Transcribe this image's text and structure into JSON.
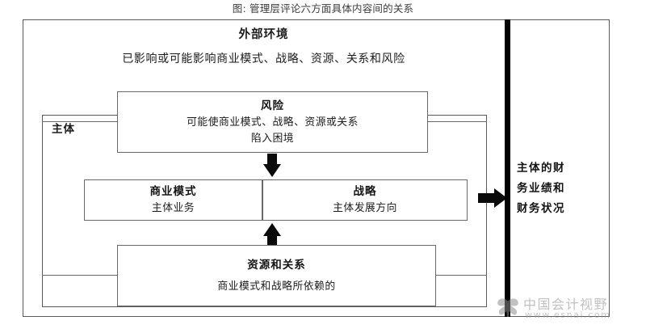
{
  "figure": {
    "title": "图: 管理层评论六方面具体内容间的关系"
  },
  "external_environment": {
    "heading": "外部环境",
    "subtitle": "已影响或可能影响商业模式、战略、资源、关系和风险"
  },
  "entity": {
    "label": "主体"
  },
  "nodes": {
    "risk": {
      "heading": "风险",
      "line1": "可能使商业模式、战略、资源或关系",
      "line2": "陷入困境"
    },
    "business_model": {
      "heading": "商业模式",
      "line1": "主体业务"
    },
    "strategy": {
      "heading": "战略",
      "line1": "主体发展方向"
    },
    "resources": {
      "heading": "资源和关系",
      "line1": "商业模式和战略所依赖的"
    }
  },
  "financial_panel": {
    "line1": "主体的财",
    "line2": "务业绩和",
    "line3": "财务状况"
  },
  "watermark": {
    "name": "中国会计视野",
    "url": "www.esnai.com"
  },
  "colors": {
    "frame_border": "#5a5a5a",
    "node_border": "#6a6a6a",
    "arrow": "#0a0a0a",
    "divider_bar": "#000000",
    "text": "#1c1c1c",
    "title_text": "#3c3c3c",
    "watermark": "#8f8f8f",
    "background": "#ffffff"
  }
}
